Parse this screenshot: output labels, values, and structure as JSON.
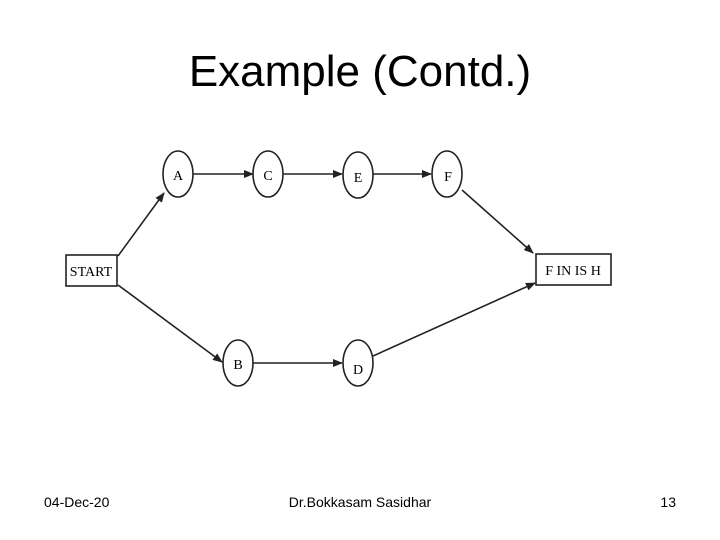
{
  "slide": {
    "title": "Example (Contd.)",
    "footer": {
      "date": "04-Dec-20",
      "author": "Dr.Bokkasam Sasidhar",
      "page": "13"
    }
  },
  "diagram": {
    "nodes": {
      "start": "START",
      "finish": "F IN IS H",
      "a": "A",
      "b": "B",
      "c": "C",
      "d": "D",
      "e": "E",
      "f": "F"
    }
  }
}
